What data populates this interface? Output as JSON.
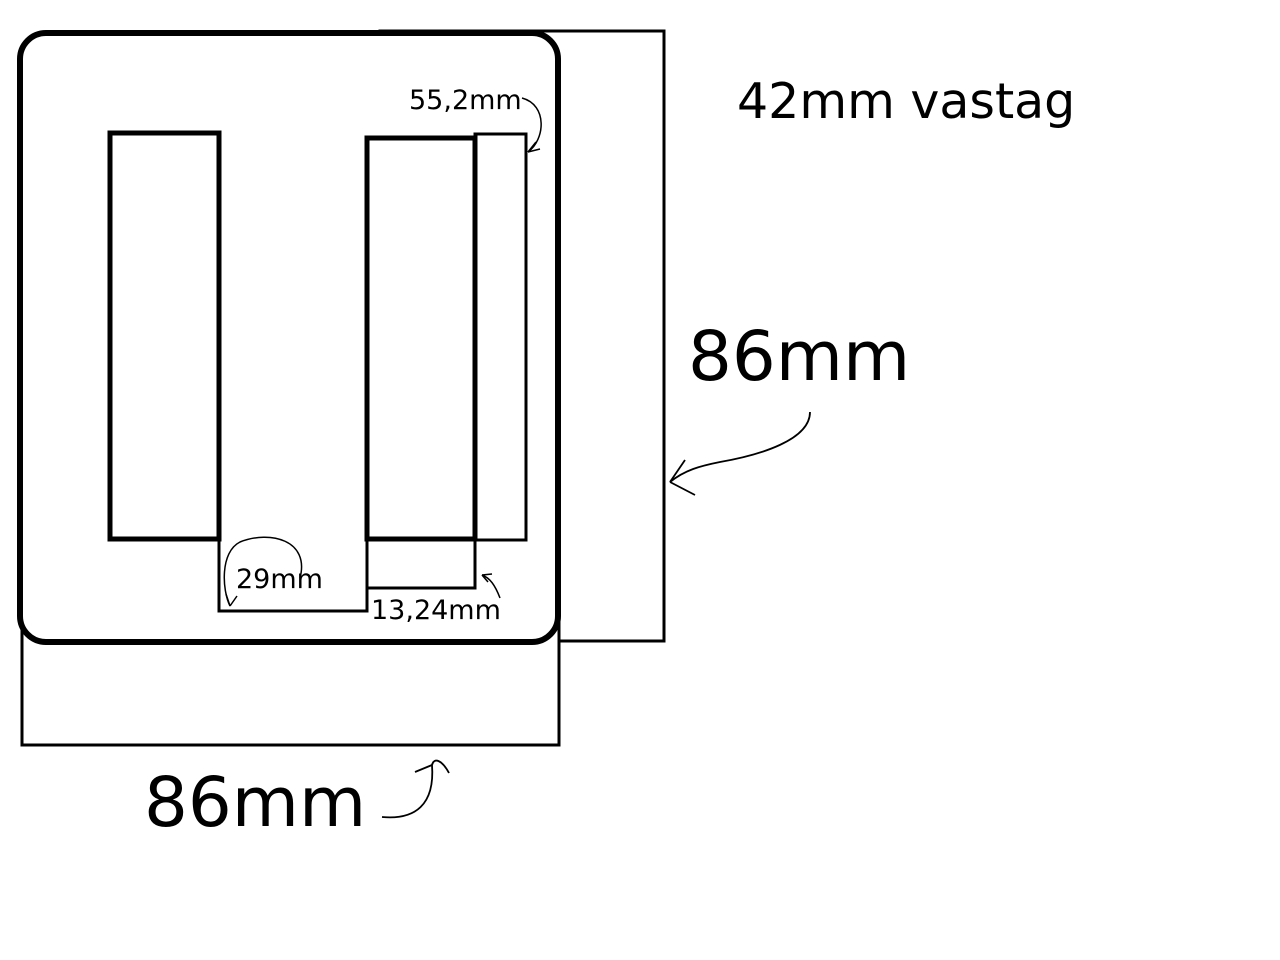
{
  "colors": {
    "background": "#ffffff",
    "stroke": "#000000"
  },
  "labels": {
    "thickness": "42mm vastag",
    "height": "86mm",
    "width": "86mm",
    "outer_leg_height": "55,2mm",
    "window_width": "29mm",
    "center_leg_width": "13,24mm"
  }
}
